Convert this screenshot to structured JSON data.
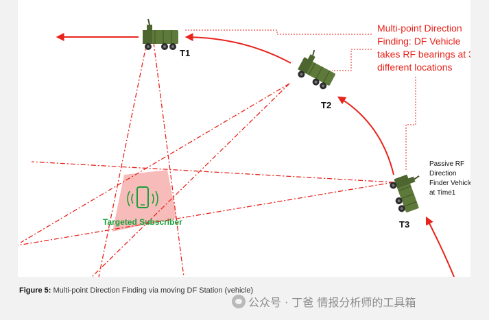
{
  "diagram": {
    "stations": [
      {
        "id": "T1",
        "label": "T1"
      },
      {
        "id": "T2",
        "label": "T2"
      },
      {
        "id": "T3",
        "label": "T3"
      }
    ],
    "callout_lines": [
      "Multi-point Direction",
      "Finding: DF Vehicle",
      "takes RF bearings at 3",
      "different locations"
    ],
    "passive_note_lines": [
      "Passive RF",
      "Direction",
      "Finder Vehicle",
      "at Time1"
    ],
    "target_label": "Targeted Subscriber",
    "colors": {
      "path": "#e8231b",
      "bearing": "#e8231b",
      "target_zone": "#f4a6a3",
      "target": "#1a9f3a",
      "vehicle": "#5e7a3a",
      "callout_leader": "#e8231b"
    }
  },
  "caption": {
    "label": "Figure 5:",
    "text": "Multi-point Direction Finding via moving DF Station (vehicle)"
  },
  "watermark": {
    "text": "公众号 · 丁爸 情报分析师的工具箱",
    "icon": "wechat-icon"
  }
}
